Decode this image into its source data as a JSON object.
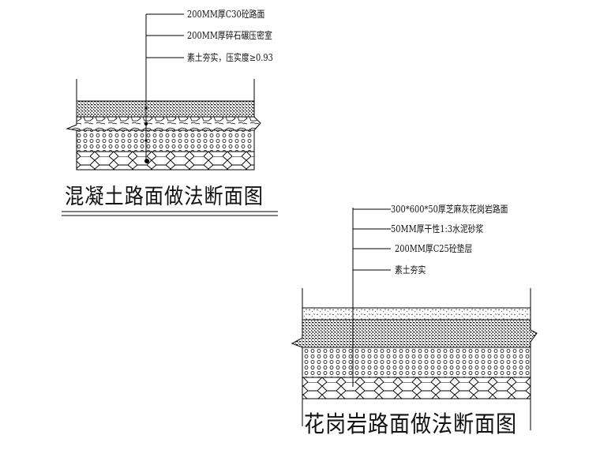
{
  "concrete_section": {
    "title": "混凝土路面做法断面图",
    "labels": [
      "200MM厚C30砼路面",
      "200MM厚碎石碾压密室",
      "素土夯实，压实度≥0.93"
    ]
  },
  "granite_section": {
    "title": "花岗岩路面做法断面图",
    "labels": [
      "300*600*50厚芝麻灰花岗岩路面",
      "50MM厚干性1:3水泥砂浆",
      "200MM厚C25砼垫层",
      "素土夯实"
    ]
  }
}
